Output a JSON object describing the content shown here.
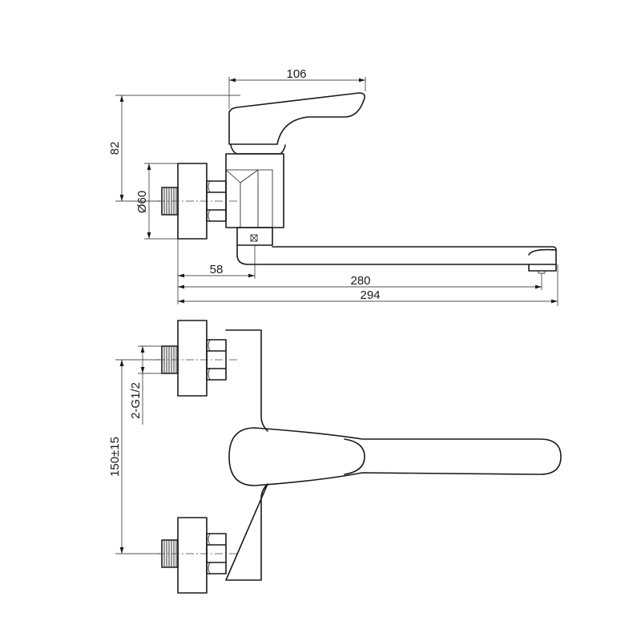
{
  "drawing": {
    "side_view": {
      "dimensions": {
        "handle_width": "106",
        "height": "82",
        "flange_diameter": "Ø60",
        "offset": "58",
        "spout_length": "280",
        "overall_length": "294"
      }
    },
    "front_view": {
      "dimensions": {
        "thread": "2-G1/2",
        "center_distance": "150±15"
      }
    }
  }
}
